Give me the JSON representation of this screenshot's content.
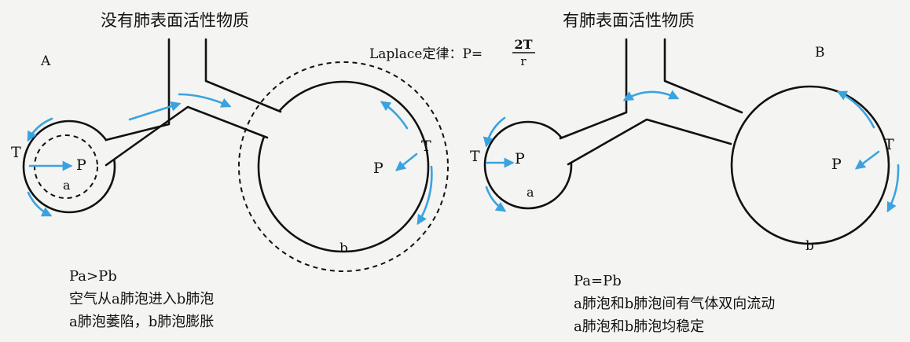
{
  "panel_a": {
    "title": "没有肺表面活性物质",
    "panel_label": "A",
    "T_left": "T",
    "P_left": "P",
    "alveolus_small": "a",
    "T_right": "T",
    "P_right": "P",
    "alveolus_large": "b",
    "caption_line1": "Pa>Pb",
    "caption_line2": "空气从a肺泡进入b肺泡",
    "caption_line3": "a肺泡萎陷，b肺泡膨胀"
  },
  "laplace": {
    "prefix": "Laplace定律：P=",
    "numerator": "2T",
    "denominator": "r"
  },
  "panel_b": {
    "title": "有肺表面活性物质",
    "panel_label": "B",
    "T_left": "T",
    "P_left": "P",
    "alveolus_small": "a",
    "T_right": "T",
    "P_right": "P",
    "alveolus_large": "b",
    "caption_line1": "Pa=Pb",
    "caption_line2": "a肺泡和b肺泡间有气体双向流动",
    "caption_line3": "a肺泡和b肺泡均稳定"
  },
  "colors": {
    "arrow_blue": "#3aa3df",
    "outline": "#111111",
    "background": "#f4f4f2"
  }
}
